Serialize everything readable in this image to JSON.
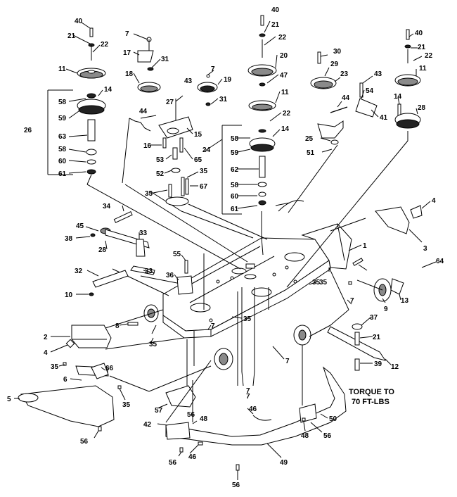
{
  "torque_note": {
    "line1": "TORQUE TO",
    "line2": "70 FT-LBS"
  },
  "part_numbers": [
    "40",
    "21",
    "22",
    "11",
    "58",
    "59",
    "63",
    "58",
    "60",
    "61",
    "26",
    "14",
    "7",
    "17",
    "31",
    "18",
    "44",
    "16",
    "53",
    "52",
    "35",
    "27",
    "15",
    "65",
    "67",
    "35",
    "43",
    "7",
    "19",
    "31",
    "40",
    "21",
    "22",
    "20",
    "47",
    "11",
    "22",
    "58",
    "59",
    "62",
    "58",
    "60",
    "61",
    "24",
    "14",
    "30",
    "29",
    "23",
    "43",
    "54",
    "44",
    "41",
    "25",
    "51",
    "40",
    "21",
    "22",
    "11",
    "14",
    "28",
    "4",
    "3",
    "1",
    "64",
    "9",
    "13",
    "37",
    "21",
    "39",
    "12",
    "34",
    "45",
    "38",
    "28",
    "33",
    "33",
    "32",
    "10",
    "55",
    "36",
    "35",
    "35",
    "7",
    "35",
    "8",
    "2",
    "4",
    "35",
    "66",
    "6",
    "35",
    "5",
    "56",
    "57",
    "56",
    "42",
    "48",
    "46",
    "56",
    "46",
    "56",
    "49",
    "50",
    "48",
    "56",
    "7",
    "7",
    "35",
    "7",
    "7"
  ]
}
